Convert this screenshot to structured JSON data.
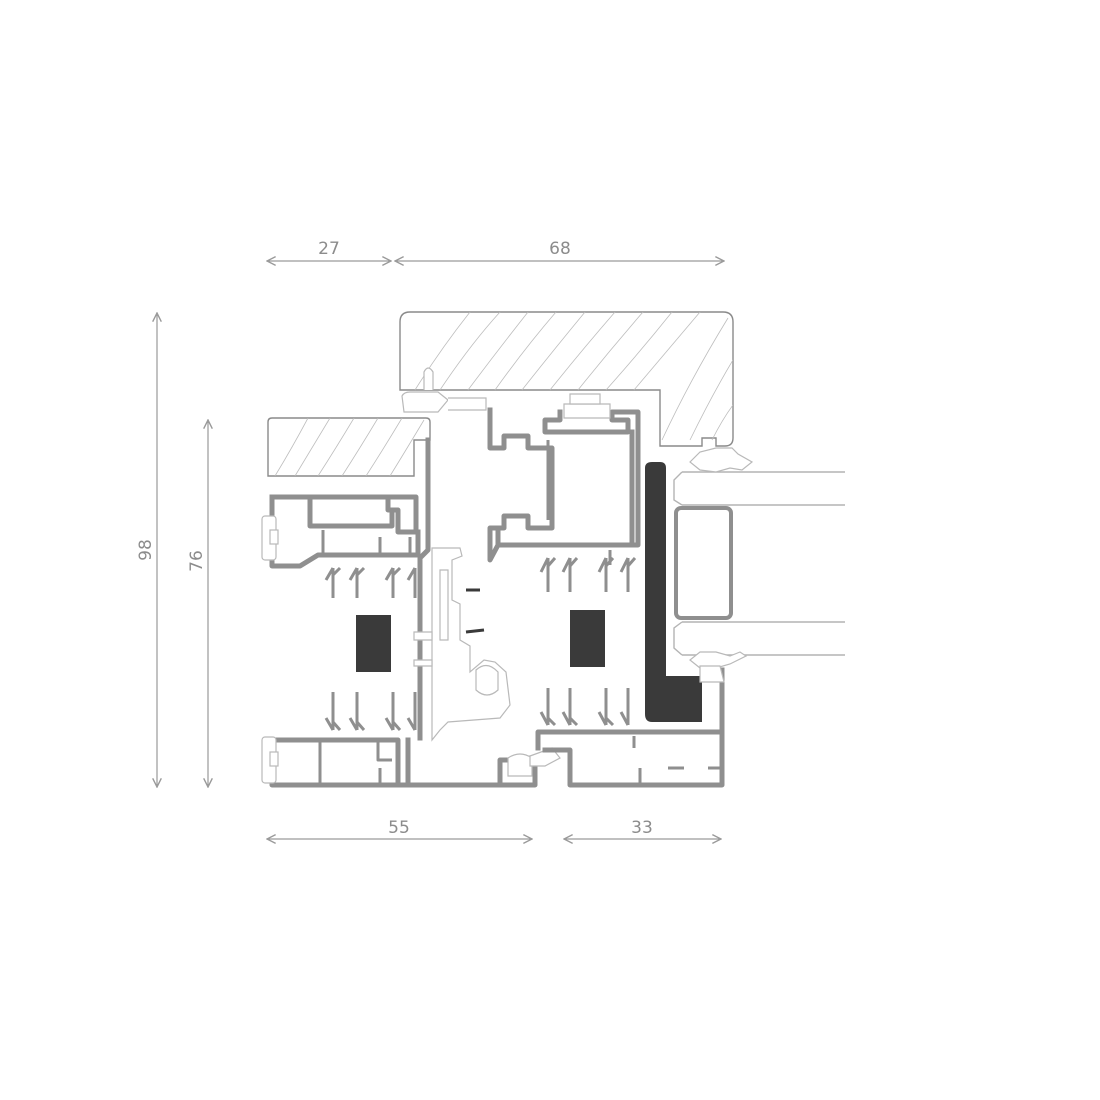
{
  "dimensions": {
    "top_left": "27",
    "top_right": "68",
    "left_outer": "98",
    "left_inner": "76",
    "bottom_left": "55",
    "bottom_right": "33"
  },
  "colors": {
    "profile": "#8f8f8f",
    "core": "#3a3a3a",
    "dimension": "#9a9a9a",
    "background": "#ffffff"
  }
}
